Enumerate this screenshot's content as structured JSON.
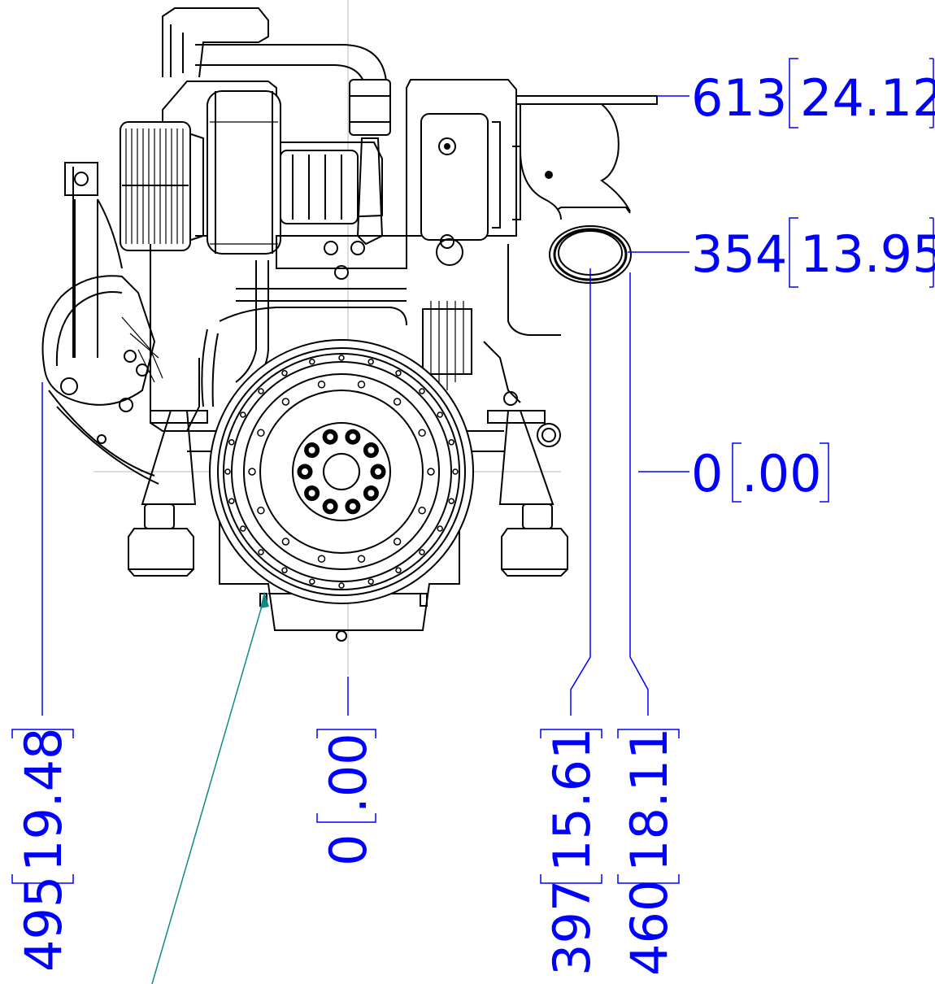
{
  "drawing": {
    "dimensions": {
      "top_right": {
        "mm": "613",
        "in": "24.12"
      },
      "mid_right": {
        "mm": "354",
        "in": "13.95"
      },
      "origin_right": {
        "mm": "0",
        "in": ".00"
      },
      "bottom_left": {
        "mm": "495",
        "in": "19.48"
      },
      "bottom_origin": {
        "mm": "0",
        "in": ".00"
      },
      "bottom_mid": {
        "mm": "397",
        "in": "15.61"
      },
      "bottom_right": {
        "mm": "460",
        "in": "18.11"
      }
    },
    "colors": {
      "dimension": "#0000ff",
      "outline": "#000000",
      "centerline": "#b8b8b8",
      "leader": "#0e8a8a"
    }
  }
}
